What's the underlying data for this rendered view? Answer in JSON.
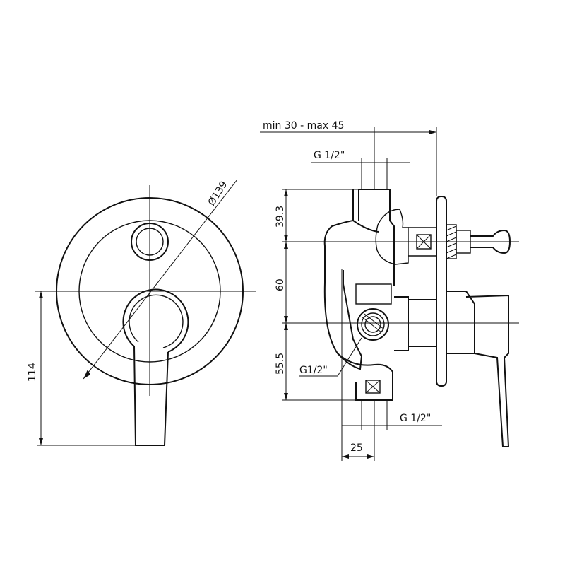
{
  "front_view": {
    "diameter_label": "Ø139",
    "height_label": "114"
  },
  "side_view": {
    "depth_range_label": "min 30 - max 45",
    "top_inlet_label": "G 1/2\"",
    "dim_upper_label": "39.3",
    "dim_middle_label": "60",
    "dim_lower_label": "55.5",
    "side_outlet_label": "G1/2\"",
    "bottom_outlet_label": "G 1/2\"",
    "bottom_width_label": "25"
  },
  "colors": {
    "line": "#111111",
    "background": "#ffffff"
  }
}
